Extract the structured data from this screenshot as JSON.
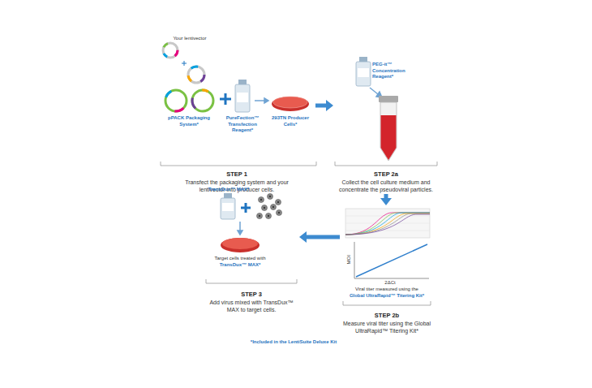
{
  "diagram": {
    "nodes": [
      {
        "text": [
          "STEP 1",
          "Transfect the packaging system and your lentivector into producer cells."
        ]
      },
      {
        "text": [
          "STEP 2a",
          "Collect the cell culture medium and concentrate the pseudoviral particles."
        ]
      },
      {
        "text": [
          "STEP 2b",
          "Measure viral titer using the Global UltraRapid™ Titering Kit*"
        ]
      },
      {
        "text": [
          "STEP 3",
          "Add virus mixed with TransDux™ MAX to target cells."
        ]
      }
    ],
    "edges": [
      {
        "from": 0,
        "to": 1,
        "arrow": "to"
      },
      {
        "from": 1,
        "to": 2,
        "arrow": "to"
      },
      {
        "from": 2,
        "to": 3,
        "arrow": "to"
      }
    ],
    "labels": [
      "Your lentivector",
      "pPACK Packaging System*",
      "PureFection™ Transfection Reagent*",
      "293TN Producer Cells*",
      "PEG-it™ Concentration Reagent*",
      "MOI",
      "2ΔCt",
      "Viral titer measured using the",
      "Global UltraRapid™ Titering Kit*",
      "TransDux™ MAX*",
      "Target cells treated with",
      "TransDux™ MAX*",
      "*Included in the LentiSuite Deluxe Kit"
    ]
  }
}
